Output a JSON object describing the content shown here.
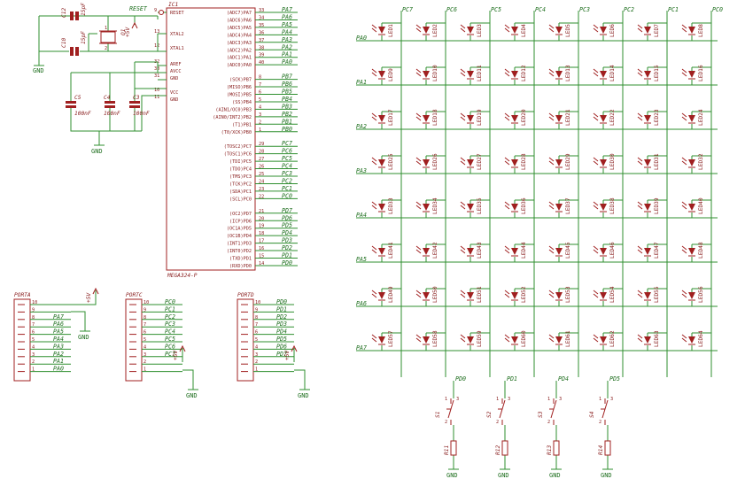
{
  "mcu": {
    "ref": "IC1",
    "part": "MEGA324-P",
    "left_pins": [
      {
        "name": "RESET",
        "num": "9"
      },
      {
        "name": "XTAL2",
        "num": "13"
      },
      {
        "name": "XTAL1",
        "num": "12"
      },
      {
        "name": "AREF",
        "num": "32"
      },
      {
        "name": "AVCC",
        "num": "30"
      },
      {
        "name": "GND",
        "num": "31"
      },
      {
        "name": "VCC",
        "num": "10"
      },
      {
        "name": "GND",
        "num": "11"
      }
    ],
    "right_pins": [
      {
        "func": "(ADC7)PA7",
        "num": "33",
        "net": "PA7"
      },
      {
        "func": "(ADC6)PA6",
        "num": "34",
        "net": "PA6"
      },
      {
        "func": "(ADC5)PA5",
        "num": "35",
        "net": "PA5"
      },
      {
        "func": "(ADC4)PA4",
        "num": "36",
        "net": "PA4"
      },
      {
        "func": "(ADC3)PA3",
        "num": "37",
        "net": "PA3"
      },
      {
        "func": "(ADC2)PA2",
        "num": "38",
        "net": "PA2"
      },
      {
        "func": "(ADC1)PA1",
        "num": "39",
        "net": "PA1"
      },
      {
        "func": "(ADC0)PA0",
        "num": "40",
        "net": "PA0"
      },
      {
        "func": "(SCK)PB7",
        "num": "8",
        "net": "PB7"
      },
      {
        "func": "(MISO)PB6",
        "num": "7",
        "net": "PB6"
      },
      {
        "func": "(MOSI)PB5",
        "num": "6",
        "net": "PB5"
      },
      {
        "func": "(SS)PB4",
        "num": "5",
        "net": "PB4"
      },
      {
        "func": "(AIN1/OC0)PB3",
        "num": "4",
        "net": "PB3"
      },
      {
        "func": "(AIN0/INT2)PB2",
        "num": "3",
        "net": "PB2"
      },
      {
        "func": "(T1)PB1",
        "num": "2",
        "net": "PB1"
      },
      {
        "func": "(T0/XCK)PB0",
        "num": "1",
        "net": "PB0"
      },
      {
        "func": "(TOSC2)PC7",
        "num": "29",
        "net": "PC7"
      },
      {
        "func": "(TOSC1)PC6",
        "num": "28",
        "net": "PC6"
      },
      {
        "func": "(TDI)PC5",
        "num": "27",
        "net": "PC5"
      },
      {
        "func": "(TDO)PC4",
        "num": "26",
        "net": "PC4"
      },
      {
        "func": "(TMS)PC3",
        "num": "25",
        "net": "PC3"
      },
      {
        "func": "(TCK)PC2",
        "num": "24",
        "net": "PC2"
      },
      {
        "func": "(SDA)PC1",
        "num": "23",
        "net": "PC1"
      },
      {
        "func": "(SCL)PC0",
        "num": "22",
        "net": "PC0"
      },
      {
        "func": "(OC2)PD7",
        "num": "21",
        "net": "PD7"
      },
      {
        "func": "(ICP)PD6",
        "num": "20",
        "net": "PD6"
      },
      {
        "func": "(OC1A)PD5",
        "num": "19",
        "net": "PD5"
      },
      {
        "func": "(OC1B)PD4",
        "num": "18",
        "net": "PD4"
      },
      {
        "func": "(INT1)PD3",
        "num": "17",
        "net": "PD3"
      },
      {
        "func": "(INT0)PD2",
        "num": "16",
        "net": "PD2"
      },
      {
        "func": "(TXD)PD1",
        "num": "15",
        "net": "PD1"
      },
      {
        "func": "(RXD)PD0",
        "num": "14",
        "net": "PD0"
      }
    ]
  },
  "passives": {
    "c12": {
      "ref": "C12",
      "value": "15pF"
    },
    "c10": {
      "ref": "C10",
      "value": "15pF"
    },
    "c5": {
      "ref": "C5",
      "value": "100nF"
    },
    "c4": {
      "ref": "C4",
      "value": "100nF"
    },
    "c3": {
      "ref": "C3",
      "value": "100nF"
    },
    "crystal": {
      "ref": "Q1",
      "pin1": "1",
      "pin2": "2"
    },
    "supply": "+5V",
    "gnd": "GND",
    "reset_net": "RESET"
  },
  "headers": [
    {
      "name": "PORTA",
      "pins": [
        "10",
        "9",
        "8",
        "7",
        "6",
        "5",
        "4",
        "3",
        "2",
        "1"
      ],
      "nets": [
        "",
        "",
        "PA7",
        "PA6",
        "PA5",
        "PA4",
        "PA3",
        "PA2",
        "PA1",
        "PA0"
      ],
      "supply": "+5V",
      "gnd": "GND"
    },
    {
      "name": "PORTC",
      "pins": [
        "10",
        "9",
        "8",
        "7",
        "6",
        "5",
        "4",
        "3",
        "2",
        "1"
      ],
      "nets": [
        "PC0",
        "PC1",
        "PC2",
        "PC3",
        "PC4",
        "PC5",
        "PC6",
        "PC7",
        "",
        ""
      ],
      "supply": "+5V",
      "gnd": "GND"
    },
    {
      "name": "PORTD",
      "pins": [
        "10",
        "9",
        "8",
        "7",
        "6",
        "5",
        "4",
        "3",
        "2",
        "1"
      ],
      "nets": [
        "PD0",
        "PD1",
        "PD2",
        "PD3",
        "PD4",
        "PD5",
        "PD6",
        "PD7",
        "",
        ""
      ],
      "supply": "+5V",
      "gnd": "GND"
    }
  ],
  "matrix": {
    "col_labels": [
      "PC7",
      "PC6",
      "PC5",
      "PC4",
      "PC3",
      "PC2",
      "PC1",
      "PC0"
    ],
    "row_labels": [
      "PA0",
      "PA1",
      "PA2",
      "PA3",
      "PA4",
      "PA5",
      "PA6",
      "PA7"
    ],
    "leds": [
      [
        "LED1",
        "LED2",
        "LED3",
        "LED4",
        "LED5",
        "LED6",
        "LED7",
        "LED8"
      ],
      [
        "LED9",
        "LED10",
        "LED11",
        "LED12",
        "LED13",
        "LED14",
        "LED15",
        "LED16"
      ],
      [
        "LED17",
        "LED18",
        "LED19",
        "LED20",
        "LED21",
        "LED22",
        "LED23",
        "LED24"
      ],
      [
        "LED25",
        "LED26",
        "LED27",
        "LED28",
        "LED29",
        "LED30",
        "LED31",
        "LED32"
      ],
      [
        "LED33",
        "LED34",
        "LED35",
        "LED36",
        "LED37",
        "LED38",
        "LED39",
        "LED40"
      ],
      [
        "LED41",
        "LED42",
        "LED43",
        "LED44",
        "LED45",
        "LED46",
        "LED47",
        "LED48"
      ],
      [
        "LED49",
        "LED50",
        "LED51",
        "LED52",
        "LED53",
        "LED54",
        "LED55",
        "LED56"
      ],
      [
        "LED57",
        "LED58",
        "LED59",
        "LED60",
        "LED61",
        "LED62",
        "LED63",
        "LED64"
      ]
    ]
  },
  "switches": [
    {
      "ref": "S1",
      "net": "PD0",
      "resistor": "R11",
      "gnd": "GND",
      "pin_a": "1",
      "pin_b": "2",
      "pin_c": "3"
    },
    {
      "ref": "S2",
      "net": "PD1",
      "resistor": "R12",
      "gnd": "GND",
      "pin_a": "1",
      "pin_b": "2",
      "pin_c": "3"
    },
    {
      "ref": "S3",
      "net": "PD4",
      "resistor": "R13",
      "gnd": "GND",
      "pin_a": "1",
      "pin_b": "2",
      "pin_c": "3"
    },
    {
      "ref": "S4",
      "net": "PD5",
      "resistor": "R14",
      "gnd": "GND",
      "pin_a": "1",
      "pin_b": "2",
      "pin_c": "3"
    }
  ]
}
